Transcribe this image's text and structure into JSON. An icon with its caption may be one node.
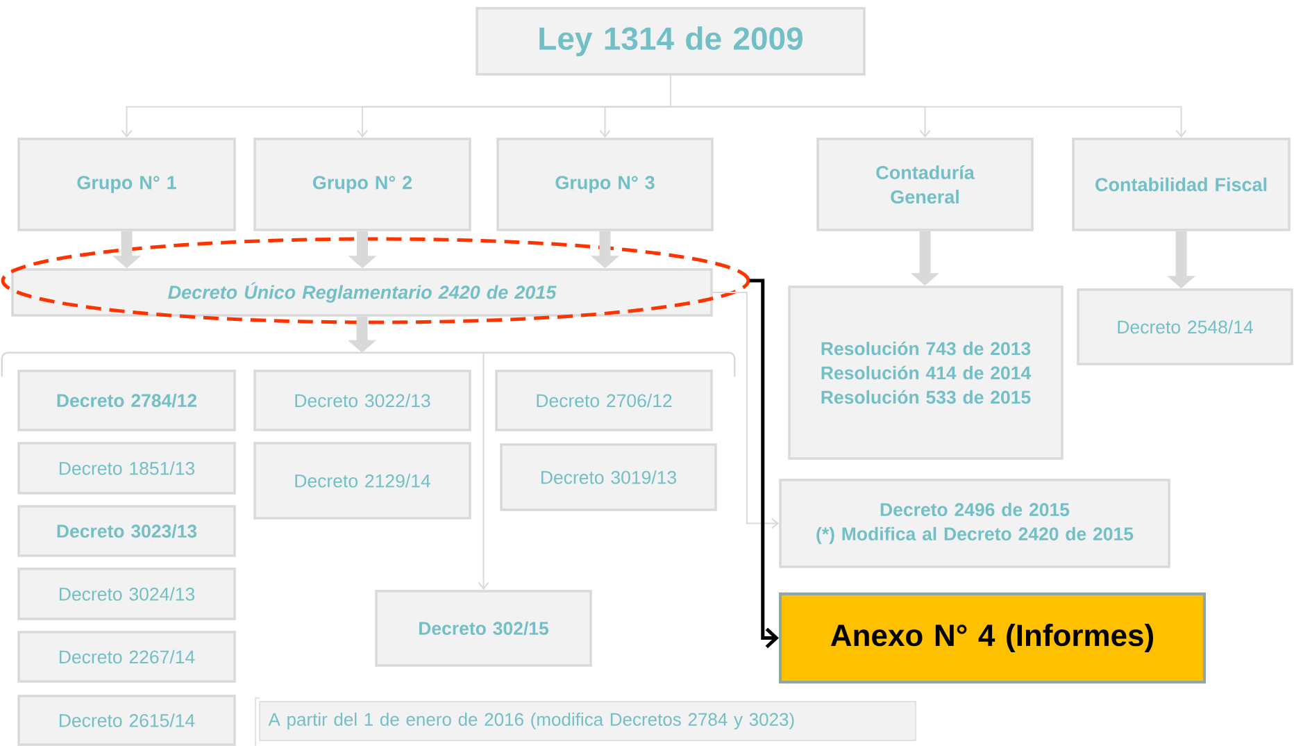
{
  "diagram": {
    "nodes": [
      {
        "text": [
          "Ley 1314 de 2009"
        ]
      },
      {
        "text": [
          "Grupo N° 1"
        ]
      },
      {
        "text": [
          "Grupo N° 2"
        ]
      },
      {
        "text": [
          "Grupo N° 3"
        ]
      },
      {
        "text": [
          "Contaduría General"
        ]
      },
      {
        "text": [
          "Contabilidad Fiscal"
        ]
      },
      {
        "text": [
          "Decreto Único Reglamentario 2420 de 2015"
        ]
      },
      {
        "text": [
          "Resolución 743 de 2013",
          "Resolución 414 de 2014",
          "Resolución 533 de 2015"
        ]
      },
      {
        "text": [
          "Decreto 2548/14"
        ]
      },
      {
        "text": [
          "Decreto 2784/12"
        ]
      },
      {
        "text": [
          "Decreto 3022/13"
        ]
      },
      {
        "text": [
          "Decreto 2706/12"
        ]
      },
      {
        "text": [
          "Decreto 1851/13"
        ]
      },
      {
        "text": [
          "Decreto 2129/14"
        ]
      },
      {
        "text": [
          "Decreto 3019/13"
        ]
      },
      {
        "text": [
          "Decreto 3023/13"
        ]
      },
      {
        "text": [
          "Decreto 3024/13"
        ]
      },
      {
        "text": [
          "Decreto 2267/14"
        ]
      },
      {
        "text": [
          "Decreto 2615/14"
        ]
      },
      {
        "text": [
          "Decreto 302/15"
        ]
      },
      {
        "text": [
          "Decreto 2496 de 2015",
          "(*) Modifica al Decreto 2420 de 2015"
        ]
      },
      {
        "text": [
          "Anexo N° 4 (Informes)"
        ]
      },
      {
        "text": [
          "A partir del 1 de enero de 2016 (modifica Decretos 2784 y 3023)"
        ]
      },
      {
        "text": [],
        "shape": "bracket"
      }
    ],
    "edges": [
      {
        "from": 0,
        "to": 1,
        "arrow": "to"
      },
      {
        "from": 0,
        "to": 2,
        "arrow": "to"
      },
      {
        "from": 0,
        "to": 3,
        "arrow": "to"
      },
      {
        "from": 0,
        "to": 4,
        "arrow": "to"
      },
      {
        "from": 0,
        "to": 5,
        "arrow": "to"
      },
      {
        "from": 1,
        "to": 6,
        "arrow": "to",
        "style": "thick"
      },
      {
        "from": 2,
        "to": 6,
        "arrow": "to",
        "style": "thick"
      },
      {
        "from": 3,
        "to": 6,
        "arrow": "to",
        "style": "thick"
      },
      {
        "from": 4,
        "to": 7,
        "arrow": "to",
        "style": "thick"
      },
      {
        "from": 5,
        "to": 8,
        "arrow": "to",
        "style": "thick"
      },
      {
        "from": 6,
        "to": 23,
        "arrow": "to",
        "style": "thick"
      },
      {
        "from": 23,
        "to": 19,
        "arrow": "to"
      },
      {
        "from": 6,
        "to": 20,
        "arrow": "to"
      },
      {
        "from": 6,
        "to": 21,
        "arrow": "to",
        "style": "thick",
        "color": "#000000"
      }
    ]
  }
}
